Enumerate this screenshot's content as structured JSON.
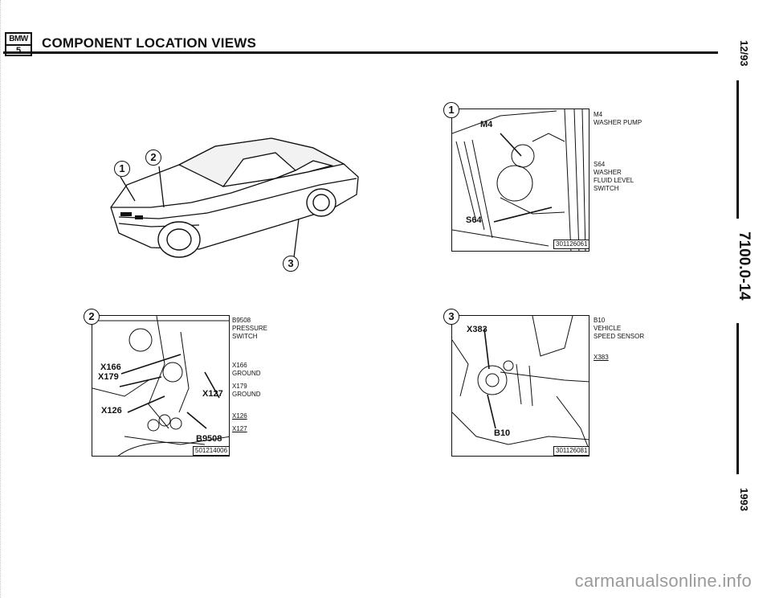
{
  "header": {
    "logo_top": "BMW",
    "logo_bottom": "5",
    "title": "COMPONENT LOCATION VIEWS"
  },
  "side": {
    "date": "12/93",
    "code": "7100.0-14",
    "year": "1993"
  },
  "car": {
    "callouts": [
      "1",
      "2",
      "3"
    ]
  },
  "panel1": {
    "number": "1",
    "labels": [
      "M4",
      "S64"
    ],
    "ref": "301126061",
    "legend": [
      "M4",
      "WASHER PUMP",
      "S64",
      "WASHER",
      "FLUID LEVEL",
      "SWITCH"
    ]
  },
  "panel2": {
    "number": "2",
    "labels": [
      "X166",
      "X179",
      "X127",
      "X126",
      "B9508"
    ],
    "ref": "501214006",
    "legend": [
      "B9508",
      "PRESSURE",
      "SWITCH",
      "X166",
      "GROUND",
      "X179",
      "GROUND",
      "X126",
      "X127"
    ]
  },
  "panel3": {
    "number": "3",
    "labels": [
      "X383",
      "B10"
    ],
    "ref": "301126081",
    "legend": [
      "B10",
      "VEHICLE",
      "SPEED SENSOR",
      "X383"
    ]
  },
  "footer": {
    "watermark": "carmanualsonline.info"
  }
}
